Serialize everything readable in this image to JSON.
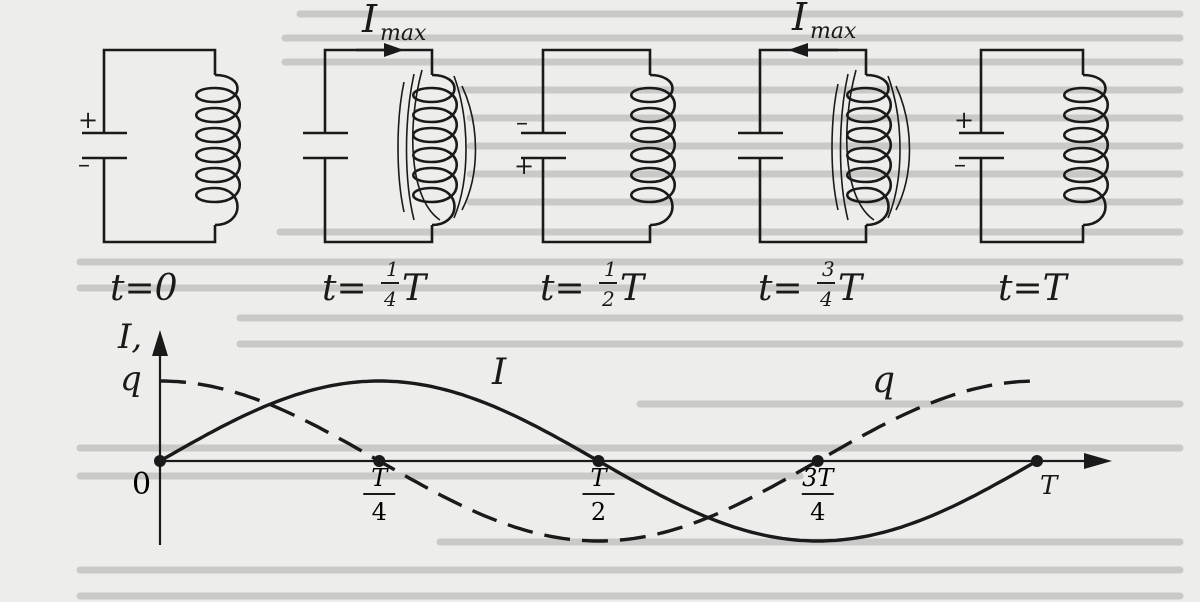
{
  "circuits": [
    {
      "t": "0",
      "sign_top": "+",
      "sign_bottom": "–",
      "current": "",
      "field": false
    },
    {
      "t": "T",
      "fraction": "1/4",
      "sign_top": "",
      "sign_bottom": "",
      "current": "I",
      "current_sub": "max",
      "direction": "right",
      "field": true
    },
    {
      "t": "T",
      "fraction": "1/2",
      "sign_top": "–",
      "sign_bottom": "+",
      "current": "",
      "field": false
    },
    {
      "t": "T",
      "fraction": "3/4",
      "sign_top": "",
      "sign_bottom": "",
      "current": "I",
      "current_sub": "max",
      "direction": "left",
      "field": true
    },
    {
      "t": "T",
      "sign_top": "+",
      "sign_bottom": "–",
      "current": "",
      "field": false
    }
  ],
  "time_labels": {
    "c0": "t=0",
    "c1_prefix": "t=",
    "c1_num": "1",
    "c1_den": "4",
    "c1_suffix": "T",
    "c2_prefix": "t=",
    "c2_num": "1",
    "c2_den": "2",
    "c2_suffix": "T",
    "c3_prefix": "t=",
    "c3_num": "3",
    "c3_den": "4",
    "c3_suffix": "T",
    "c4": "t=T"
  },
  "current_labels": {
    "c1_main": "I",
    "c1_sub": "max",
    "c3_main": "I",
    "c3_sub": "max"
  },
  "graph": {
    "y_axis_label_1": "I,",
    "y_axis_label_2": "q",
    "origin_label": "0",
    "x_axis_end_label": "T",
    "curve_I_label": "I",
    "curve_q_label": "q",
    "ticks": [
      {
        "num": "T",
        "den": "4",
        "value": 0.25
      },
      {
        "num": "T",
        "den": "2",
        "value": 0.5
      },
      {
        "num": "3T",
        "den": "4",
        "value": 0.75
      }
    ],
    "curves": [
      {
        "name": "I",
        "function": "sin",
        "style": "solid"
      },
      {
        "name": "q",
        "function": "cos",
        "style": "dashed"
      }
    ]
  }
}
